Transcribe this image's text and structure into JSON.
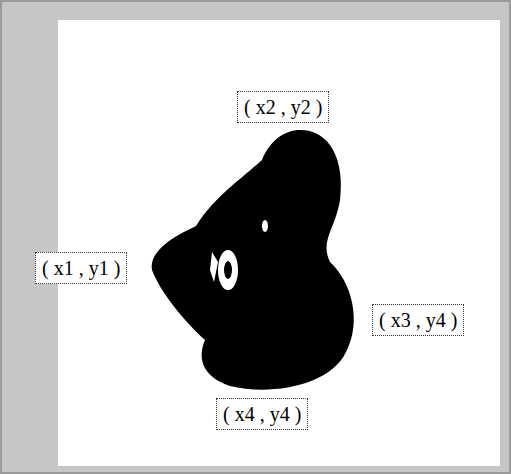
{
  "diagram": {
    "nodes": [
      {
        "text": [
          "( x2 , y2 )"
        ]
      },
      {
        "text": [
          "( x1 , y1 )"
        ]
      },
      {
        "text": [
          "( x3 , y4 )"
        ]
      },
      {
        "text": [
          "( x4 , y4 )"
        ]
      }
    ]
  }
}
